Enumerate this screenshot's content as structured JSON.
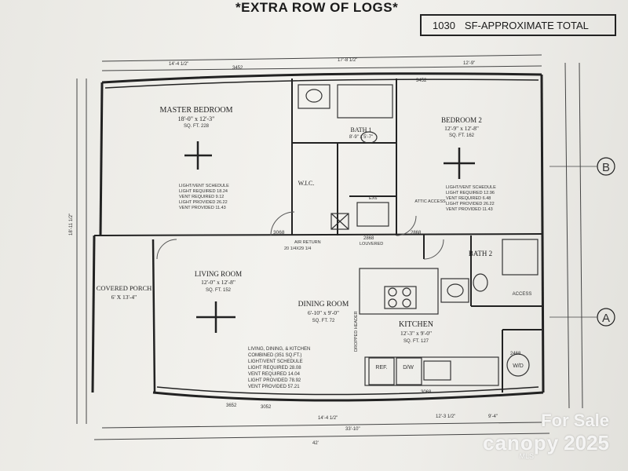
{
  "header": {
    "title": "*EXTRA ROW OF LOGS*",
    "area": "1030",
    "area_label": "SF-APPROXIMATE TOTAL"
  },
  "sections": [
    "B",
    "A"
  ],
  "rooms": {
    "master_bedroom": {
      "name": "MASTER BEDROOM",
      "size": "18'-0\" x 12'-3\"",
      "sqft": "SQ. FT. 228",
      "schedule": [
        "LIGHT/VENT SCHEDULE",
        "LIGHT REQUIRED 18.24",
        "VENT REQUIRED 9.12",
        "LIGHT PROVIDED 26.22",
        "VENT PROVIDED 11.43"
      ]
    },
    "bath1": {
      "name": "BATH 1",
      "size": "8'-9\" x 5'-7\""
    },
    "bedroom2": {
      "name": "BEDROOM 2",
      "size": "12'-9\" x 12'-8\"",
      "sqft": "SQ. FT. 162",
      "schedule": [
        "LIGHT/VENT SCHEDULE",
        "LIGHT REQUIRED 12.96",
        "VENT REQUIRED 6.48",
        "LIGHT PROVIDED 26.22",
        "VENT PROVIDED 11.43"
      ]
    },
    "wic": {
      "name": "W.I.C."
    },
    "attic": {
      "name": "ATTIC ACCESS"
    },
    "living_room": {
      "name": "LIVING ROOM",
      "size": "12'-0\" x 12'-8\"",
      "sqft": "SQ. FT. 152"
    },
    "covered_porch": {
      "name": "COVERED PORCH",
      "size": "6' X 13'-4\""
    },
    "dining_room": {
      "name": "DINING ROOM",
      "size": "6'-10\" x 9'-0\"",
      "sqft": "SQ. FT. 72"
    },
    "kitchen": {
      "name": "KITCHEN",
      "size": "12'-3\" x 9'-0\"",
      "sqft": "SQ. FT. 127"
    },
    "bath2": {
      "name": "BATH 2"
    },
    "combined": {
      "lines": [
        "LIVING, DINING, & KITCHEN",
        "COMBINED (351 SQ.FT.)",
        "LIGHT/VENT SCHEDULE",
        "LIGHT REQUIRED 28.08",
        "VENT REQUIRED 14.04",
        "LIGHT PROVIDED 78.92",
        "VENT PROVIDED 57.21"
      ]
    }
  },
  "fixtures": {
    "ref": "REF.",
    "dw": "D/W",
    "wd": "W/D",
    "access": "ACCESS",
    "air_return": "AIR RETURN",
    "air_return_size": "20 1/4X29 1/4",
    "louvered": "LOUVERED",
    "dropped_header": "DROPPED HEADER",
    "ex6": "EX6"
  },
  "doors": [
    "3068",
    "2868",
    "2868",
    "3068",
    "2468",
    "3652",
    "3052",
    "3452",
    "3452"
  ],
  "dimensions": {
    "top_left": "14'-4 1/2\"",
    "top_mid": "17'-8 1/2\"",
    "top_right": "12'-9\"",
    "bottom_1": "14'-4 1/2\"",
    "bottom_2": "12'-3 1/2\"",
    "bottom_3": "9'-4\"",
    "bottom_total": "33'-10\"",
    "overall": "42'",
    "left_side": "18'-11 1/2\""
  },
  "watermark": {
    "for_sale": "For Sale",
    "brand": "canopy",
    "year": "2025",
    "mls": "MLS"
  }
}
